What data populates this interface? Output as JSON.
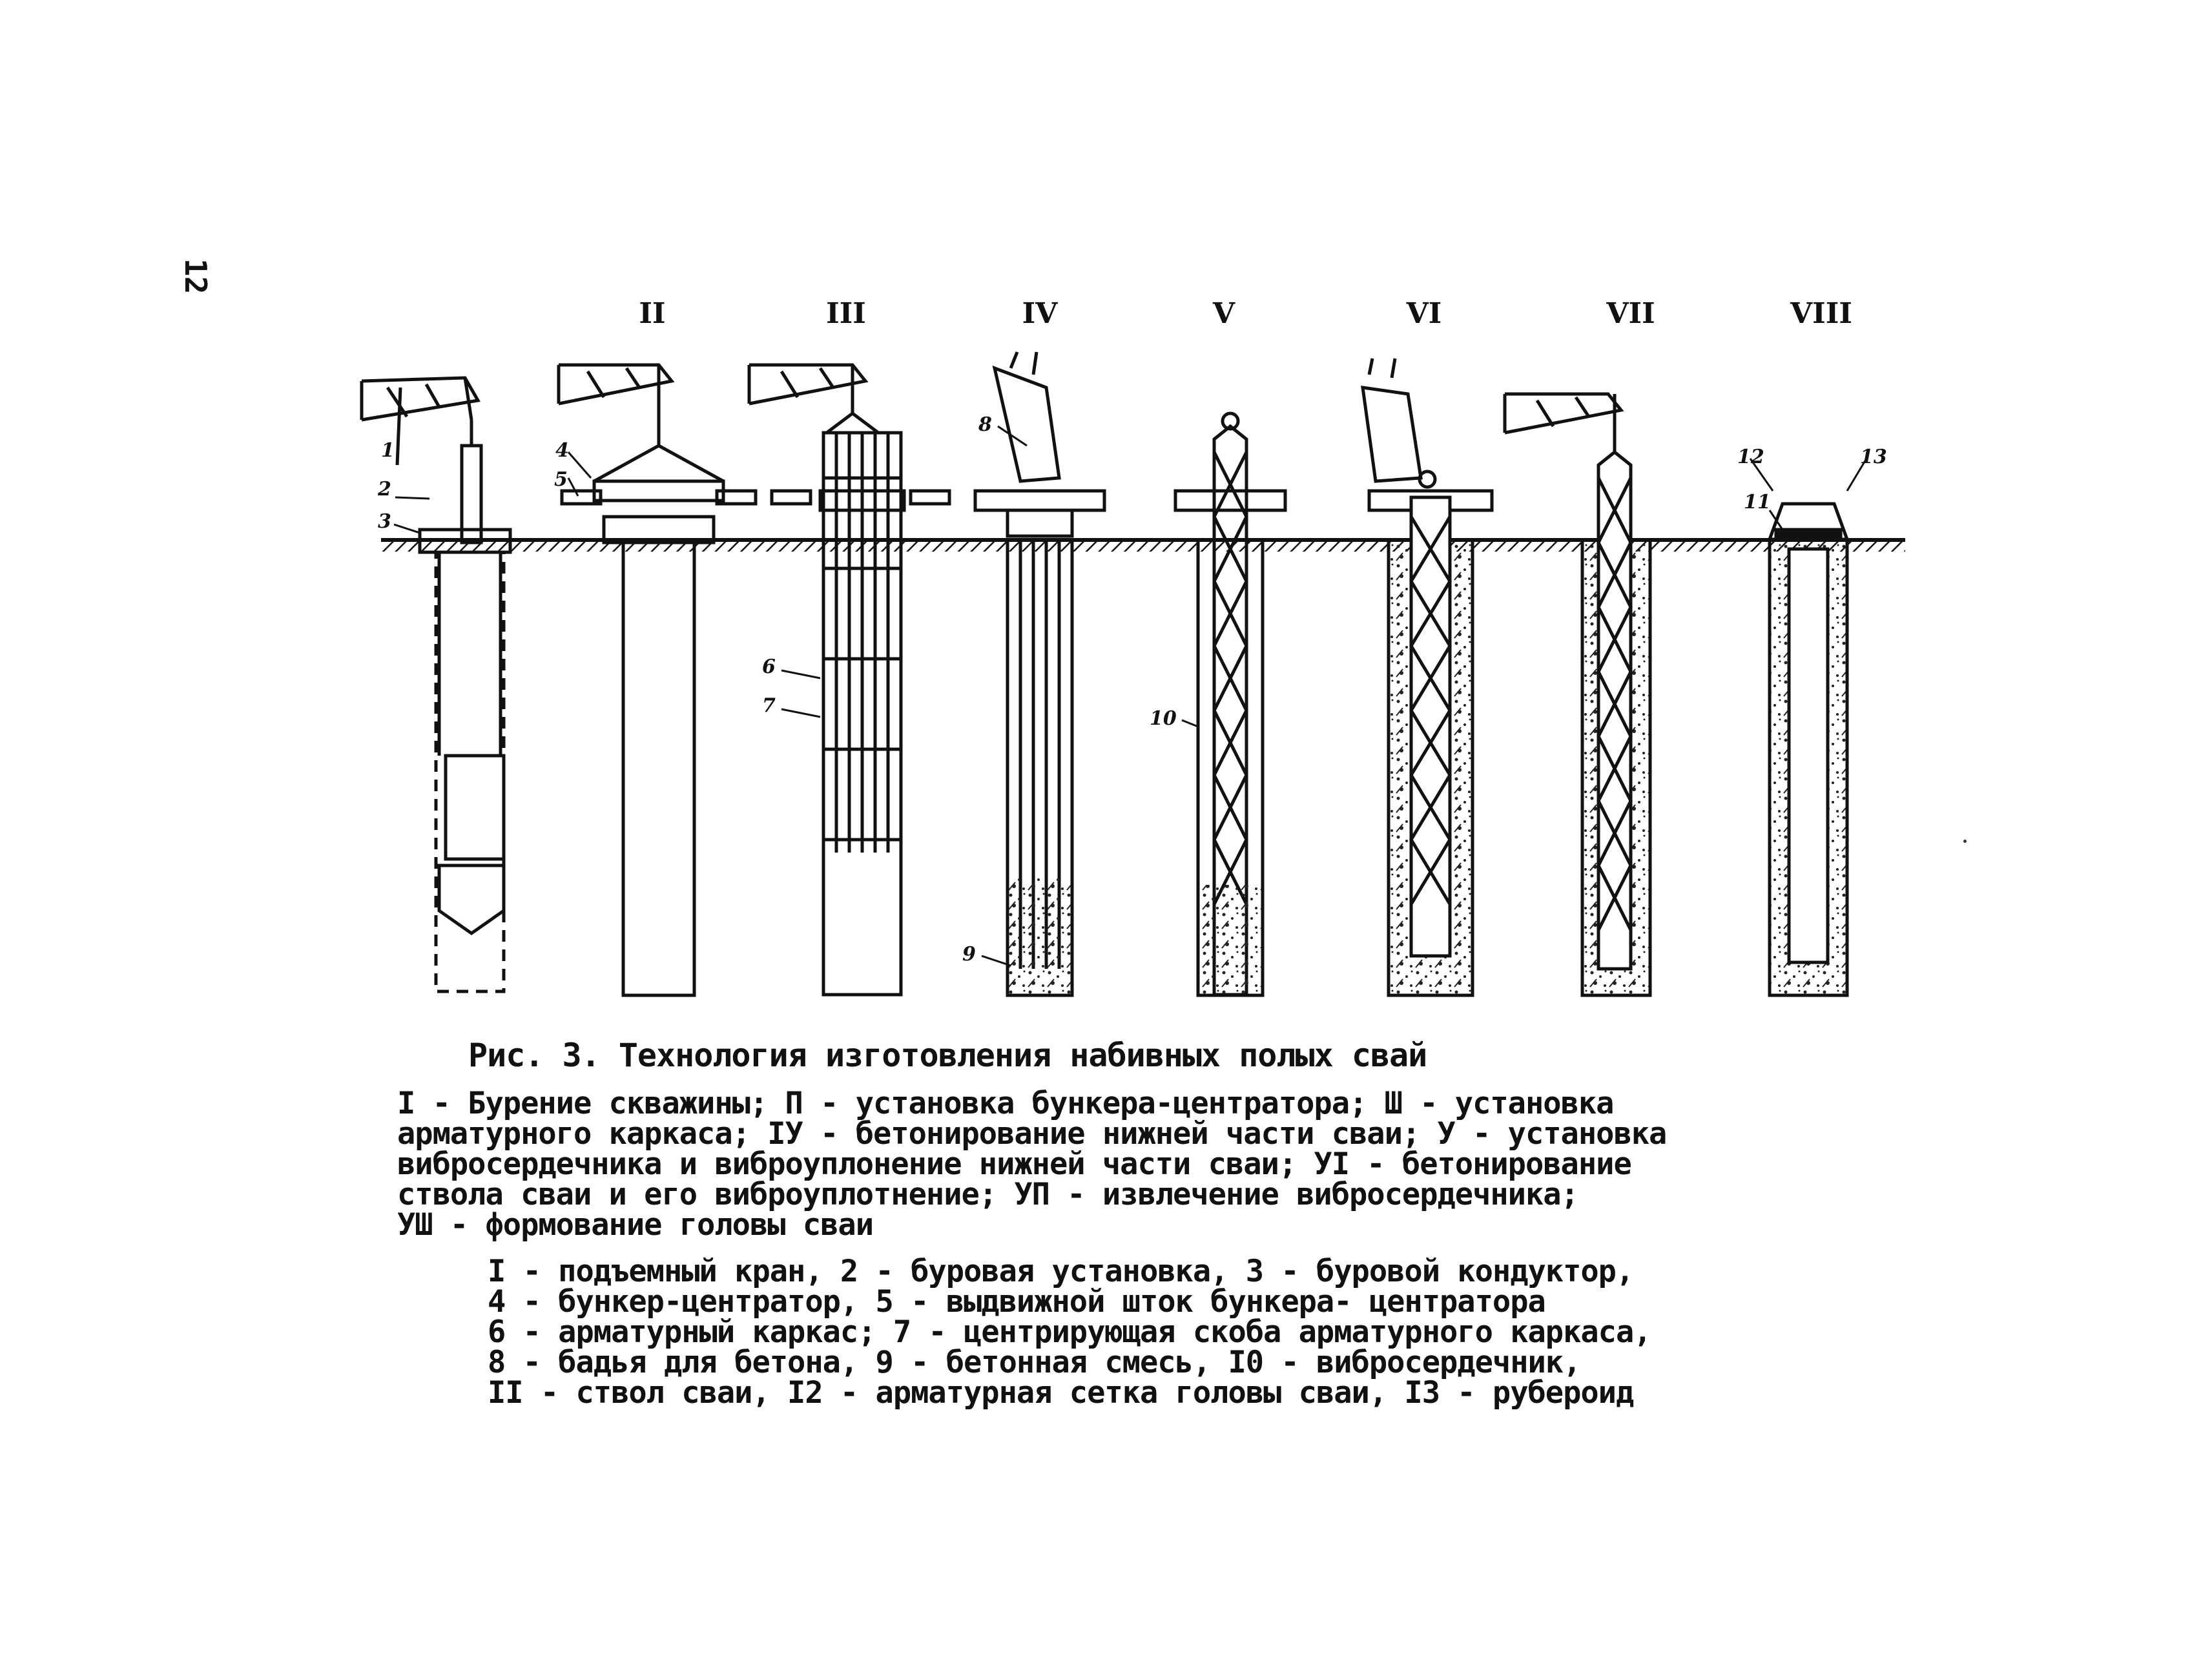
{
  "page_number": "12",
  "stage_labels": [
    "II",
    "III",
    "IV",
    "V",
    "VI",
    "VII",
    "VIII"
  ],
  "callouts": [
    "1",
    "2",
    "3",
    "4",
    "5",
    "6",
    "7",
    "8",
    "9",
    "10",
    "11",
    "12",
    "13"
  ],
  "caption": "Рис. 3. Технология изготовления набивных полых свай",
  "stages_desc": [
    "I - Бурение скважины; П - установка бункера-центратора; Ш - установка",
    "арматурного каркаса; IУ - бетонирование нижней части сваи; У - установка",
    "вибросердечника и виброуплонение нижней части сваи; УI - бетонирование",
    "ствола сваи и его виброуплотнение; УП - извлечение вибросердечника;",
    "УШ - формование головы сваи"
  ],
  "legend": [
    "I - подъемный кран, 2 - буровая установка, 3 - буровой кондуктор,",
    "4 - бункер-центратор, 5 - выдвижной шток бункера- центратора",
    "6 - арматурный каркас; 7 - центрирующая скоба арматурного каркаса,",
    "8 - бадья для бетона, 9 - бетонная смесь, I0 - вибросердечник,",
    "II - ствол сваи, I2 - арматурная сетка головы сваи, I3 - рубероид"
  ]
}
